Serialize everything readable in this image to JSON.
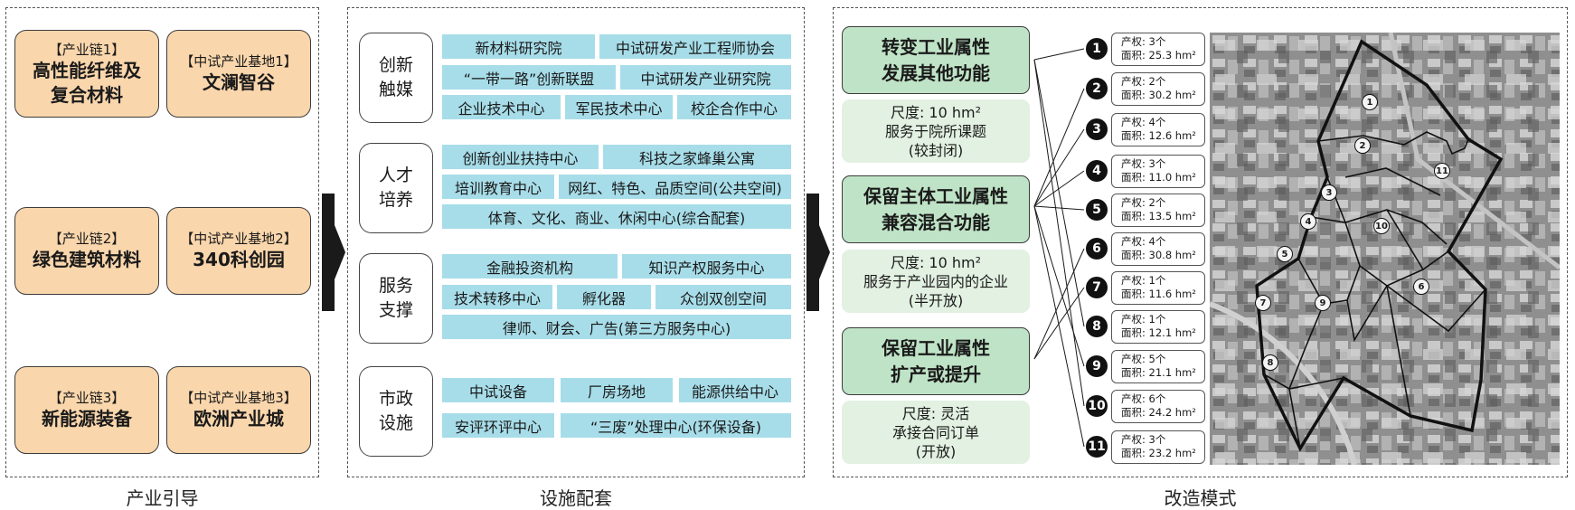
{
  "panels": {
    "industry_guide": "产业引导",
    "facilities": "设施配套",
    "renovation": "改造模式"
  },
  "industry": [
    {
      "chain": "【产业链1】",
      "chain_name": "高性能纤维及\n复合材料",
      "base": "【中试产业基地1】",
      "base_name": "文澜智谷"
    },
    {
      "chain": "【产业链2】",
      "chain_name": "绿色建筑材料",
      "base": "【中试产业基地2】",
      "base_name": "340科创园"
    },
    {
      "chain": "【产业链3】",
      "chain_name": "新能源装备",
      "base": "【中试产业基地3】",
      "base_name": "欧洲产业城"
    }
  ],
  "categories": {
    "innovation": "创新\n触媒",
    "talent": "人才\n培养",
    "service": "服务\n支撑",
    "municipal": "市政\n设施"
  },
  "tiles": {
    "innovation": [
      "新材料研究院",
      "中试研发产业工程师协会",
      "“一带一路”创新联盟",
      "中试研发产业研究院",
      "企业技术中心",
      "军民技术中心",
      "校企合作中心"
    ],
    "talent": [
      "创新创业扶持中心",
      "科技之家蜂巢公寓",
      "培训教育中心",
      "网红、特色、品质空间(公共空间)",
      "体育、文化、商业、休闲中心(综合配套)"
    ],
    "service": [
      "金融投资机构",
      "知识产权服务中心",
      "技术转移中心",
      "孵化器",
      "众创双创空间",
      "律师、财会、广告(第三方服务中心)"
    ],
    "municipal": [
      "中试设备",
      "厂房场地",
      "能源供给中心",
      "安评环评中心",
      "“三废”处理中心(环保设备)"
    ]
  },
  "modes": [
    {
      "title": "转变工业属性\n发展其他功能",
      "scale": "尺度: 10 hm²",
      "desc": "服务于院所课题",
      "openness": "(较封闭)"
    },
    {
      "title": "保留主体工业属性\n兼容混合功能",
      "scale": "尺度: 10 hm²",
      "desc": "服务于产业园内的企业",
      "openness": "(半开放)"
    },
    {
      "title": "保留工业属性\n扩产或提升",
      "scale": "尺度: 灵活",
      "desc": "承接合同订单",
      "openness": "(开放)"
    }
  ],
  "parcels": [
    {
      "id": "1",
      "rights": "产权: 3个",
      "area": "面积: 25.3 hm²"
    },
    {
      "id": "2",
      "rights": "产权: 2个",
      "area": "面积: 30.2 hm²"
    },
    {
      "id": "3",
      "rights": "产权: 4个",
      "area": "面积: 12.6 hm²"
    },
    {
      "id": "4",
      "rights": "产权: 3个",
      "area": "面积: 11.0 hm²"
    },
    {
      "id": "5",
      "rights": "产权: 2个",
      "area": "面积: 13.5 hm²"
    },
    {
      "id": "6",
      "rights": "产权: 4个",
      "area": "面积: 30.8 hm²"
    },
    {
      "id": "7",
      "rights": "产权: 1个",
      "area": "面积: 11.6 hm²"
    },
    {
      "id": "8",
      "rights": "产权: 1个",
      "area": "面积: 12.1 hm²"
    },
    {
      "id": "9",
      "rights": "产权: 5个",
      "area": "面积: 21.1 hm²"
    },
    {
      "id": "10",
      "rights": "产权: 6个",
      "area": "面积: 24.2 hm²"
    },
    {
      "id": "11",
      "rights": "产权: 3个",
      "area": "面积: 23.2 hm²"
    }
  ]
}
